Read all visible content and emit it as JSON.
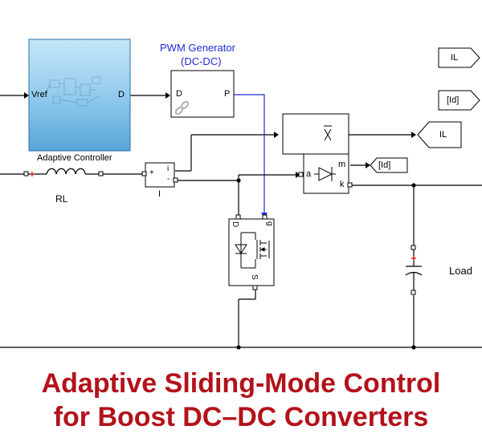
{
  "blocks": {
    "adaptive_controller": {
      "name": "Adaptive Controller",
      "in_port": "Vref",
      "out_port": "D"
    },
    "pwm_generator": {
      "title_line1": "PWM Generator",
      "title_line2": "(DC-DC)",
      "in_port": "D",
      "out_port": "P"
    },
    "inductor": {
      "name": "RL"
    },
    "current_sensor": {
      "name": "I",
      "plus": "+",
      "port_i": "i",
      "port_minus": "-"
    },
    "mosfet": {
      "drain": "D",
      "gate": "g",
      "source": "S"
    },
    "diode": {
      "port_a": "a",
      "port_m": "m",
      "port_k": "k"
    },
    "load": {
      "name": "Load"
    }
  },
  "tags": {
    "goto_il_top": "IL",
    "goto_id_top": "[Id]",
    "goto_il_mid": "IL",
    "goto_id_mid": "[Id]"
  },
  "caption": {
    "line1": "Adaptive Sliding-Mode Control",
    "line2": "for Boost DC–DC Converters"
  },
  "colors": {
    "caption": "#b3121b",
    "pwm_label": "#1f2bd6",
    "pwm_signal": "#1f2bd6",
    "controller_fill_top": "#bfe4f7",
    "controller_fill_bottom": "#5aa8d8"
  },
  "icons": [
    "chain-link-icon",
    "diode-icon",
    "mosfet-icon",
    "capacitor-icon",
    "inductor-icon",
    "scope-xbar-icon"
  ]
}
